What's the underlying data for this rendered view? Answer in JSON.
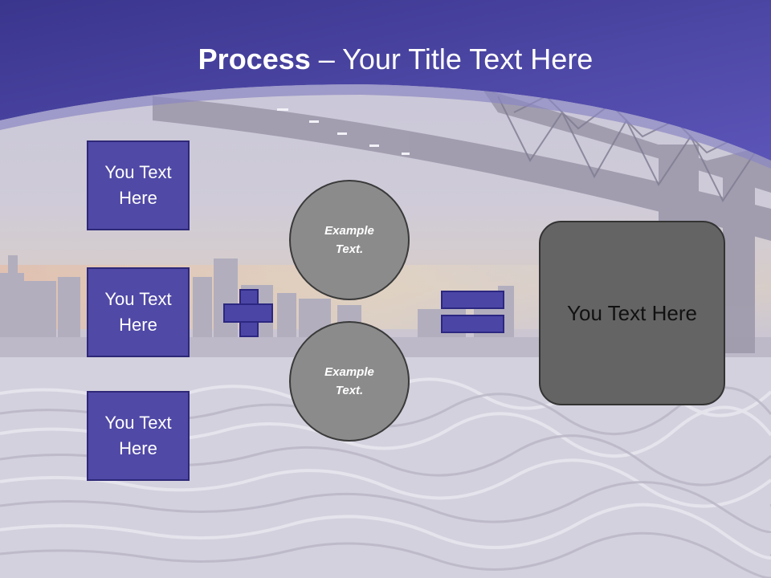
{
  "slide": {
    "title_bold": "Process",
    "title_rest": " – Your Title Text Here",
    "boxes": [
      "You Text Here",
      "You Text Here",
      "You Text Here"
    ],
    "circles": [
      "Example Text.",
      "Example Text."
    ],
    "result": "You Text Here",
    "operators": [
      "plus",
      "equals"
    ]
  },
  "colors": {
    "header_blue": "#4540a0",
    "box_fill": "#5049a6",
    "circle_fill": "#8b8b8b",
    "result_fill": "#646464"
  }
}
